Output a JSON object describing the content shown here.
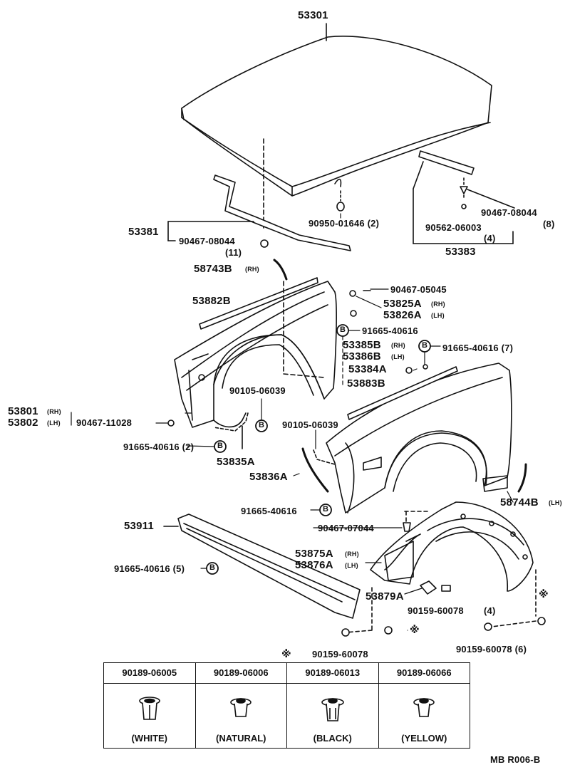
{
  "labels": {
    "hood": "53301",
    "hood_cushion": "90950-01646 (2)",
    "hood_seal": "53381",
    "hood_seal_clip": "90467-08044",
    "hood_seal_clip_qty": "(11)",
    "rear_seal_clip": "90467-08044",
    "rear_seal_clip_qty": "(8)",
    "rear_seal_screw": "90562-06003",
    "rear_seal_screw_qty": "(4)",
    "rear_seal": "53383",
    "seal_rh": "58743B",
    "seal_rh_side": "(RH)",
    "fender_seal_lh": "53882B",
    "clip_05045": "90467-05045",
    "bracket_rh": "53825A",
    "bracket_rh_side": "(RH)",
    "bracket_lh": "53826A",
    "bracket_lh_side": "(LH)",
    "clip_40616_a": "91665-40616",
    "shield_rh": "53385B",
    "shield_rh_side": "(RH)",
    "shield_lh": "53386B",
    "shield_lh_side": "(LH)",
    "clip_40616_b": "91665-40616 (7)",
    "part_53384A": "53384A",
    "fender_seal_rh": "53883B",
    "screw_06039_a": "90105-06039",
    "fender_rh": "53801",
    "fender_rh_side": "(RH)",
    "fender_lh": "53802",
    "fender_lh_side": "(LH)",
    "clip_11028": "90467-11028",
    "screw_06039_b": "90105-06039",
    "clip_40616_c": "91665-40616 (2)",
    "part_53835A": "53835A",
    "part_53836A": "53836A",
    "seal_lh": "58744B",
    "seal_lh_side": "(LH)",
    "clip_40616_d": "91665-40616",
    "clip_07044": "90467-07044",
    "apron_seal": "53911",
    "liner_rh": "53875A",
    "liner_rh_side": "(RH)",
    "liner_lh": "53876A",
    "liner_lh_side": "(LH)",
    "clip_40616_e": "91665-40616 (5)",
    "part_53879A": "53879A",
    "screw_60078_a": "90159-60078",
    "screw_60078_a_qty": "(4)",
    "screw_60078_b": "90159-60078",
    "screw_60078_c": "90159-60078 (6)",
    "footer_code": "MB  R006-B"
  },
  "callout_symbol": "B",
  "note_symbol": "※",
  "clip_table": {
    "columns": [
      {
        "part": "90189-06005",
        "color": "(WHITE)"
      },
      {
        "part": "90189-06006",
        "color": "(NATURAL)"
      },
      {
        "part": "90189-06013",
        "color": "(BLACK)"
      },
      {
        "part": "90189-06066",
        "color": "(YELLOW)"
      }
    ]
  }
}
